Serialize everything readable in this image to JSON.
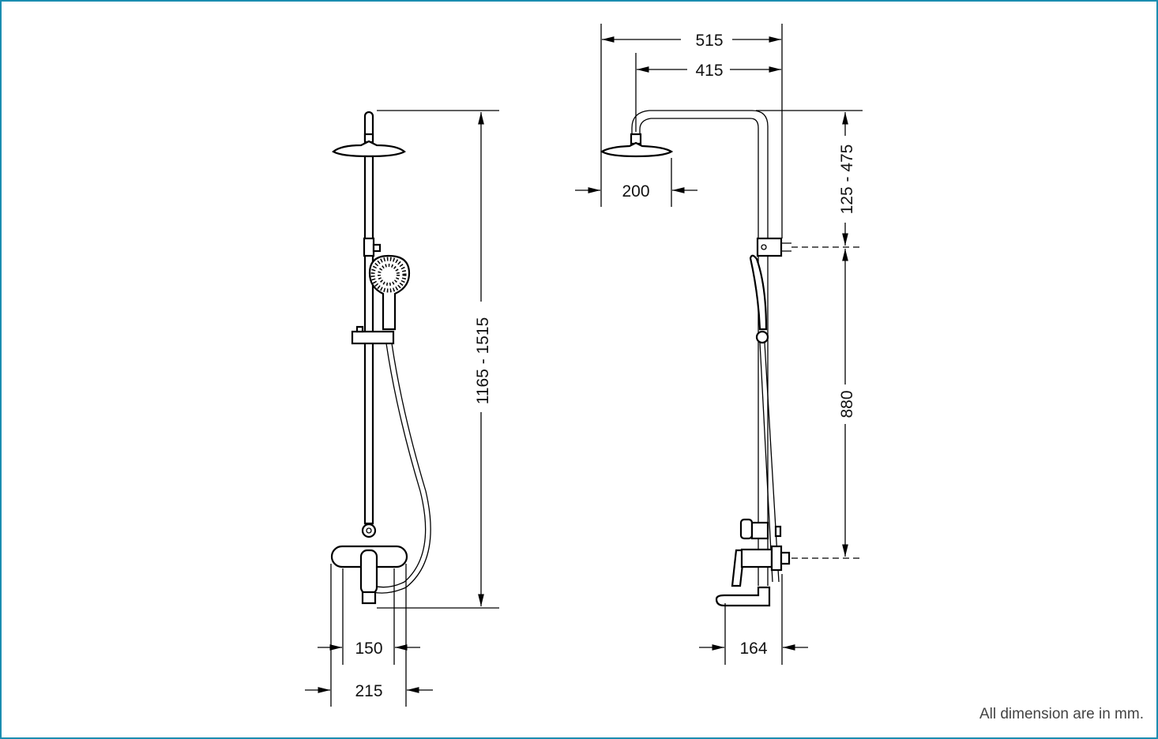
{
  "dimensions": {
    "overall_height": "1165 - 1515",
    "width_150": "150",
    "width_215": "215",
    "arm_515": "515",
    "arm_415": "415",
    "head_200": "200",
    "adjust_125_475": "125 - 475",
    "height_880": "880",
    "depth_164": "164"
  },
  "note": "All dimension are in mm."
}
